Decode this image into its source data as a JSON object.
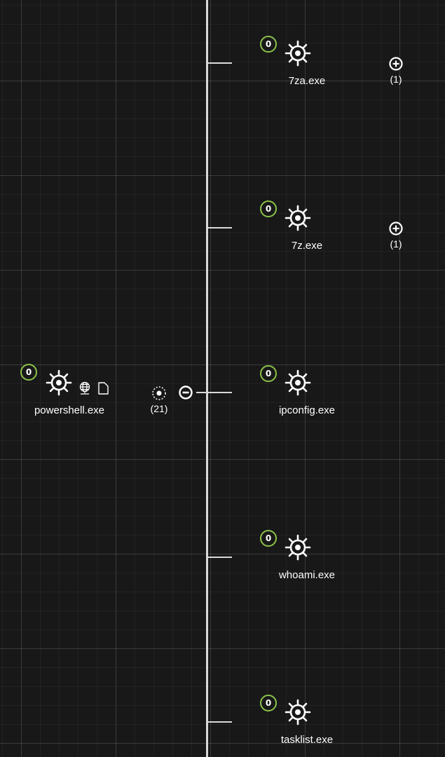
{
  "graph": {
    "parent": {
      "name": "powershell.exe",
      "badge": "0",
      "icon": "gear-process-icon",
      "extra_icons": [
        "globe-icon",
        "file-icon"
      ]
    },
    "collapsed_group": {
      "count": "(21)",
      "icon": "dotted-target-icon",
      "toggle_icon": "collapse-minus-icon"
    },
    "children": [
      {
        "name": "7za.exe",
        "badge": "0",
        "expand_icon": "expand-plus-icon",
        "expand_count": "(1)"
      },
      {
        "name": "7z.exe",
        "badge": "0",
        "expand_icon": "expand-plus-icon",
        "expand_count": "(1)"
      },
      {
        "name": "ipconfig.exe",
        "badge": "0"
      },
      {
        "name": "whoami.exe",
        "badge": "0"
      },
      {
        "name": "tasklist.exe",
        "badge": "0"
      }
    ]
  },
  "colors": {
    "background": "#181818",
    "badge_ring": "#8bc34a",
    "connector": "#d9d9d9",
    "text": "#ffffff"
  }
}
